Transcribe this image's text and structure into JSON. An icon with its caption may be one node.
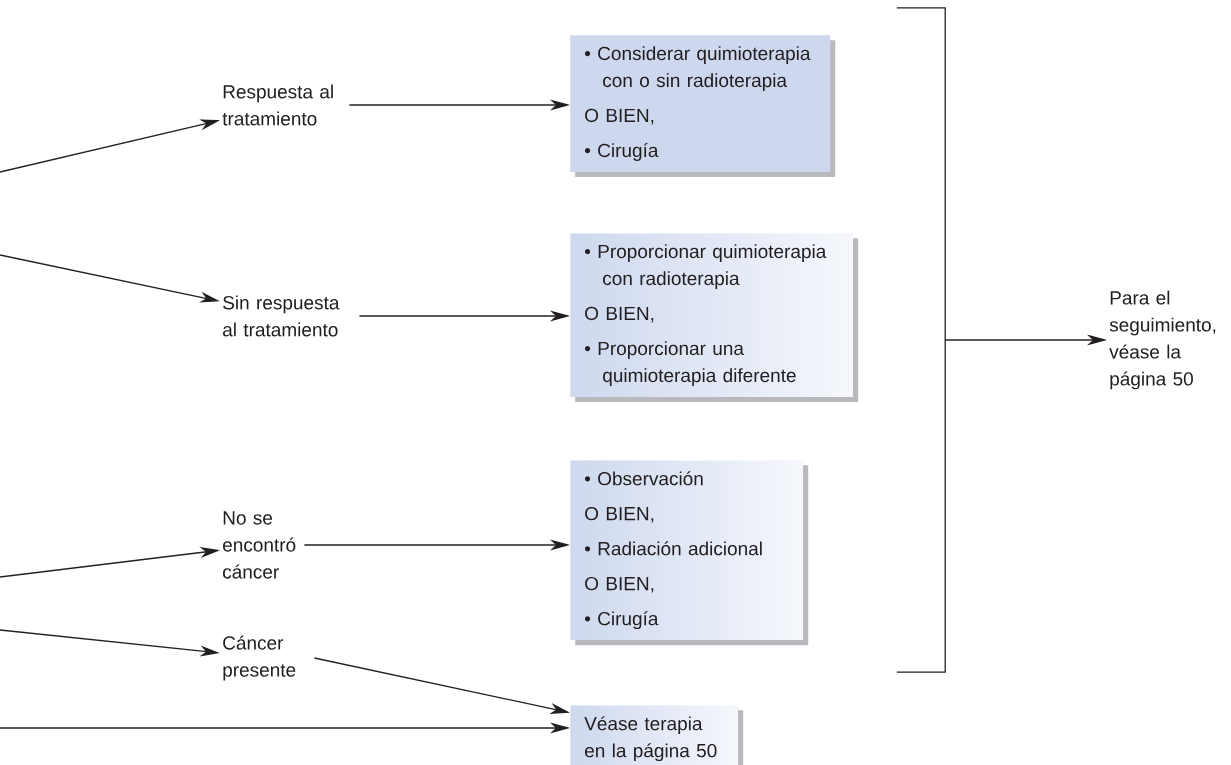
{
  "diagram": {
    "nodes": [
      {
        "text": [
          "Respuesta al tratamiento"
        ]
      },
      {
        "text": [
          "• Considerar quimioterapia con o sin radioterapia",
          "O BIEN,",
          "• Cirugía"
        ]
      },
      {
        "text": [
          "Sin respuesta al tratamiento"
        ]
      },
      {
        "text": [
          "• Proporcionar quimioterapia con radioterapia",
          "O BIEN,",
          "• Proporcionar una quimioterapia diferente"
        ]
      },
      {
        "text": [
          "No se encontró cáncer"
        ]
      },
      {
        "text": [
          "• Observación",
          "O BIEN,",
          "• Radiación adicional",
          "O BIEN,",
          "• Cirugía"
        ]
      },
      {
        "text": [
          "Cáncer presente"
        ]
      },
      {
        "text": [
          "Véase terapia en la página 50"
        ]
      },
      {
        "text": [
          "Para el seguimiento, véase la página 50"
        ]
      },
      {
        "text": [],
        "shape": "bracket"
      }
    ],
    "edges": [
      {
        "from": null,
        "to": 0,
        "arrow": "to"
      },
      {
        "from": null,
        "to": 2,
        "arrow": "to"
      },
      {
        "from": 0,
        "to": 1,
        "arrow": "to"
      },
      {
        "from": 2,
        "to": 3,
        "arrow": "to"
      },
      {
        "from": null,
        "to": 4,
        "arrow": "to"
      },
      {
        "from": null,
        "to": 6,
        "arrow": "to"
      },
      {
        "from": 4,
        "to": 5,
        "arrow": "to"
      },
      {
        "from": 6,
        "to": 7,
        "arrow": "to"
      },
      {
        "from": null,
        "to": 7,
        "arrow": "to"
      },
      {
        "from": 9,
        "to": 8,
        "arrow": "to"
      }
    ]
  }
}
